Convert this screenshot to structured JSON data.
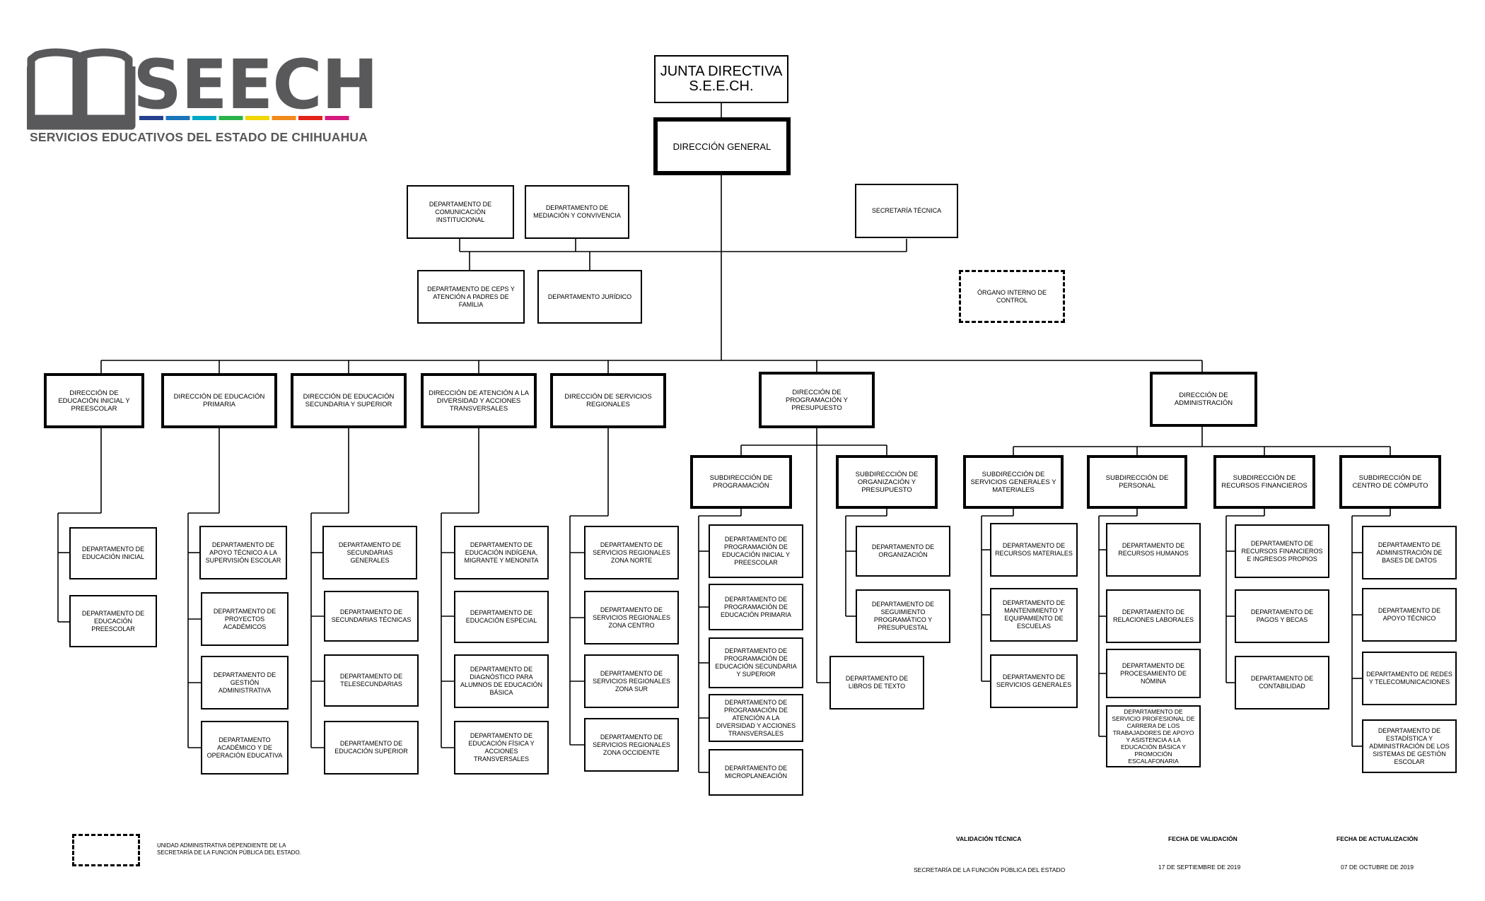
{
  "brand": {
    "name": "SEECH",
    "subtitle": "SERVICIOS EDUCATIVOS DEL ESTADO DE CHIHUAHUA",
    "stripe_colors": [
      "#25408f",
      "#1b75bb",
      "#00a8c6",
      "#2ab34b",
      "#f2d600",
      "#f18a1c",
      "#e2231a",
      "#d4197e"
    ]
  },
  "chart": {
    "junta": "JUNTA DIRECTIVA\nS.E.E.CH.",
    "direccion_general": "DIRECCIÓN GENERAL",
    "staff_top": [
      "DEPARTAMENTO DE COMUNICACIÓN INSTITUCIONAL",
      "DEPARTAMENTO DE MEDIACIÓN Y CONVIVENCIA",
      "SECRETARÍA TÉCNICA"
    ],
    "staff_bottom": [
      "DEPARTAMENTO DE CEPS Y ATENCIÓN A PADRES DE FAMILIA",
      "DEPARTAMENTO JURÍDICO"
    ],
    "oic": "ÓRGANO INTERNO DE CONTROL",
    "direcciones": [
      {
        "name": "DIRECCIÓN DE EDUCACIÓN INICIAL Y PREESCOLAR",
        "depts": [
          "DEPARTAMENTO DE EDUCACIÓN INICIAL",
          "DEPARTAMENTO DE EDUCACIÓN PREESCOLAR"
        ]
      },
      {
        "name": "DIRECCIÓN DE EDUCACIÓN PRIMARIA",
        "depts": [
          "DEPARTAMENTO DE APOYO TÉCNICO A LA SUPERVISIÓN ESCOLAR",
          "DEPARTAMENTO DE PROYECTOS ACADÉMICOS",
          "DEPARTAMENTO DE GESTIÓN ADMINISTRATIVA",
          "DEPARTAMENTO ACADÉMICO Y DE OPERACIÓN EDUCATIVA"
        ]
      },
      {
        "name": "DIRECCIÓN DE EDUCACIÓN SECUNDARIA Y SUPERIOR",
        "depts": [
          "DEPARTAMENTO DE SECUNDARIAS GENERALES",
          "DEPARTAMENTO DE SECUNDARIAS TÉCNICAS",
          "DEPARTAMENTO DE TELESECUNDARIAS",
          "DEPARTAMENTO DE EDUCACIÓN SUPERIOR"
        ]
      },
      {
        "name": "DIRECCIÓN DE ATENCIÓN A LA DIVERSIDAD Y ACCIONES TRANSVERSALES",
        "depts": [
          "DEPARTAMENTO DE EDUCACIÓN INDÍGENA, MIGRANTE Y MENONITA",
          "DEPARTAMENTO DE EDUCACIÓN ESPECIAL",
          "DEPARTAMENTO DE DIAGNÓSTICO PARA ALUMNOS DE EDUCACIÓN BÁSICA",
          "DEPARTAMENTO DE EDUCACIÓN FÍSICA Y ACCIONES TRANSVERSALES"
        ]
      },
      {
        "name": "DIRECCIÓN DE SERVICIOS REGIONALES",
        "depts": [
          "DEPARTAMENTO DE SERVICIOS REGIONALES ZONA NORTE",
          "DEPARTAMENTO DE SERVICIOS REGIONALES ZONA CENTRO",
          "DEPARTAMENTO DE SERVICIOS REGIONALES ZONA SUR",
          "DEPARTAMENTO DE SERVICIOS REGIONALES ZONA OCCIDENTE"
        ]
      },
      {
        "name": "DIRECCIÓN DE PROGRAMACIÓN Y PRESUPUESTO",
        "direct_dept": "DEPARTAMENTO DE LIBROS DE TEXTO",
        "subs": [
          {
            "name": "SUBDIRECCIÓN DE PROGRAMACIÓN",
            "depts": [
              "DEPARTAMENTO DE PROGRAMACIÓN DE EDUCACIÓN INICIAL Y PREESCOLAR",
              "DEPARTAMENTO DE PROGRAMACIÓN DE EDUCACIÓN PRIMARIA",
              "DEPARTAMENTO DE PROGRAMACIÓN DE EDUCACIÓN SECUNDARIA Y SUPERIOR",
              "DEPARTAMENTO DE PROGRAMACIÓN DE ATENCIÓN A LA DIVERSIDAD Y ACCIONES TRANSVERSALES",
              "DEPARTAMENTO DE MICROPLANEACIÓN"
            ]
          },
          {
            "name": "SUBDIRECCIÓN DE ORGANIZACIÓN Y PRESUPUESTO",
            "depts": [
              "DEPARTAMENTO DE ORGANIZACIÓN",
              "DEPARTAMENTO DE SEGUIMIENTO PROGRAMÁTICO Y PRESUPUESTAL"
            ]
          }
        ]
      },
      {
        "name": "DIRECCIÓN DE ADMINISTRACIÓN",
        "subs": [
          {
            "name": "SUBDIRECCIÓN DE SERVICIOS GENERALES Y MATERIALES",
            "depts": [
              "DEPARTAMENTO DE RECURSOS MATERIALES",
              "DEPARTAMENTO DE MANTENIMIENTO Y EQUIPAMIENTO DE ESCUELAS",
              "DEPARTAMENTO DE SERVICIOS GENERALES"
            ]
          },
          {
            "name": "SUBDIRECCIÓN DE PERSONAL",
            "depts": [
              "DEPARTAMENTO DE RECURSOS HUMANOS",
              "DEPARTAMENTO DE RELACIONES LABORALES",
              "DEPARTAMENTO DE PROCESAMIENTO DE NÓMINA",
              "DEPARTAMENTO DE SERVICIO PROFESIONAL DE CARRERA DE LOS TRABAJADORES DE APOYO Y ASISTENCIA A LA EDUCACIÓN BÁSICA Y PROMOCIÓN ESCALAFONARIA"
            ]
          },
          {
            "name": "SUBDIRECCIÓN DE RECURSOS FINANCIEROS",
            "depts": [
              "DEPARTAMENTO DE RECURSOS FINANCIEROS E INGRESOS PROPIOS",
              "DEPARTAMENTO DE PAGOS Y BECAS",
              "DEPARTAMENTO DE CONTABILIDAD"
            ]
          },
          {
            "name": "SUBDIRECCIÓN DE CENTRO DE CÓMPUTO",
            "depts": [
              "DEPARTAMENTO DE ADMINISTRACIÓN DE BASES DE DATOS",
              "DEPARTAMENTO DE APOYO TÉCNICO",
              "DEPARTAMENTO DE REDES Y TELECOMUNICACIONES",
              "DEPARTAMENTO DE ESTADÍSTICA Y ADMINISTRACIÓN DE LOS SISTEMAS DE GESTIÓN ESCOLAR"
            ]
          }
        ]
      }
    ]
  },
  "legend": {
    "text": "UNIDAD ADMINISTRATIVA DEPENDIENTE DE LA\nSECRETARÍA DE LA FUNCIÓN PÚBLICA DEL ESTADO."
  },
  "footer": {
    "validacion_label": "VALIDACIÓN TÉCNICA",
    "validacion_value": "SECRETARÍA DE LA FUNCIÓN PÚBLICA DEL ESTADO",
    "fecha_validacion_label": "FECHA DE VALIDACIÓN",
    "fecha_validacion_value": "17 DE SEPTIEMBRE DE 2019",
    "fecha_actualizacion_label": "FECHA DE ACTUALIZACIÓN",
    "fecha_actualizacion_value": "07 DE OCTUBRE DE 2019"
  }
}
